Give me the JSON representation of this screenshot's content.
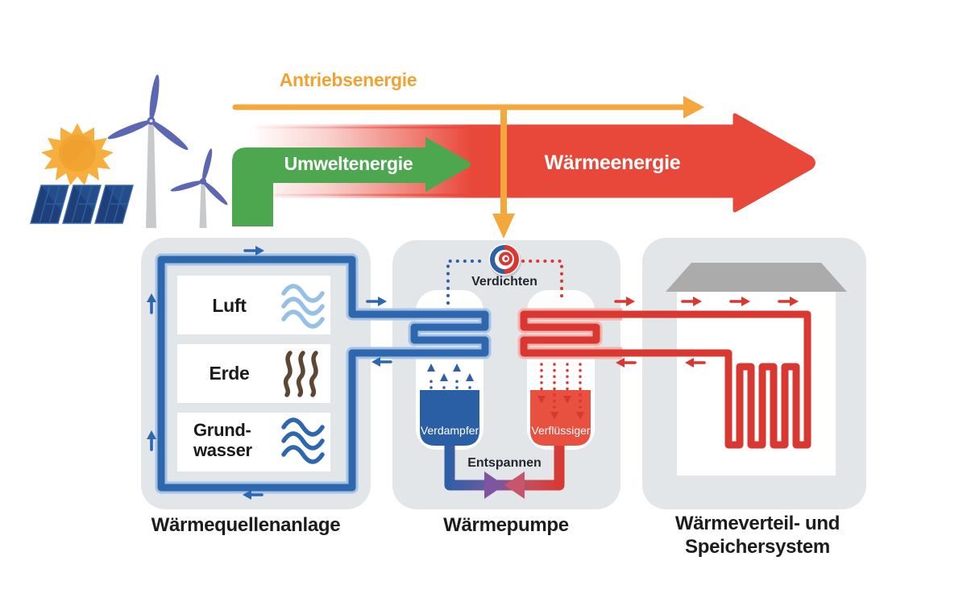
{
  "flows": {
    "drive_label": "Antriebsenergie",
    "environment_label": "Umweltenergie",
    "heat_label": "Wärmeenergie"
  },
  "source_panel": {
    "caption": "Wärmequellenanlage",
    "sources": [
      {
        "label": "Luft",
        "icon": "air-waves-icon"
      },
      {
        "label": "Erde",
        "icon": "earth-waves-icon"
      },
      {
        "label_line1": "Grund-",
        "label_line2": "wasser",
        "icon": "groundwater-waves-icon"
      }
    ]
  },
  "pump_panel": {
    "caption": "Wärmepumpe",
    "compressor_label": "Verdichten",
    "evaporator_label": "Verdampfer",
    "condenser_label": "Verflüssiger",
    "expansion_label": "Entspannen"
  },
  "distribution_panel": {
    "caption_line1": "Wärmeverteil- und",
    "caption_line2": "Speichersystem"
  },
  "icons": {
    "left_of_arrows": [
      "sun-icon",
      "wind-turbine-icon",
      "solar-panel-icon"
    ],
    "pump": [
      "compressor-swirl-icon",
      "expansion-valve-icon"
    ],
    "distribution": [
      "house-icon",
      "radiator-icon"
    ]
  },
  "colors": {
    "drive_orange": "#F3A73C",
    "environment_green": "#4DA74F",
    "heat_red": "#E8483A",
    "pipe_blue": "#2E67AE",
    "pipe_blue_halo": "#A5C4E5",
    "pipe_red": "#D93731",
    "panel_gray": "#E3E6E9",
    "roof_gray": "#ABABAB",
    "earth_brown": "#5D4733",
    "air_lightblue": "#96C0E6",
    "valve_purple": "#7E55A0",
    "valve_rose": "#C5566B",
    "text_dark": "#1A1A1A"
  }
}
